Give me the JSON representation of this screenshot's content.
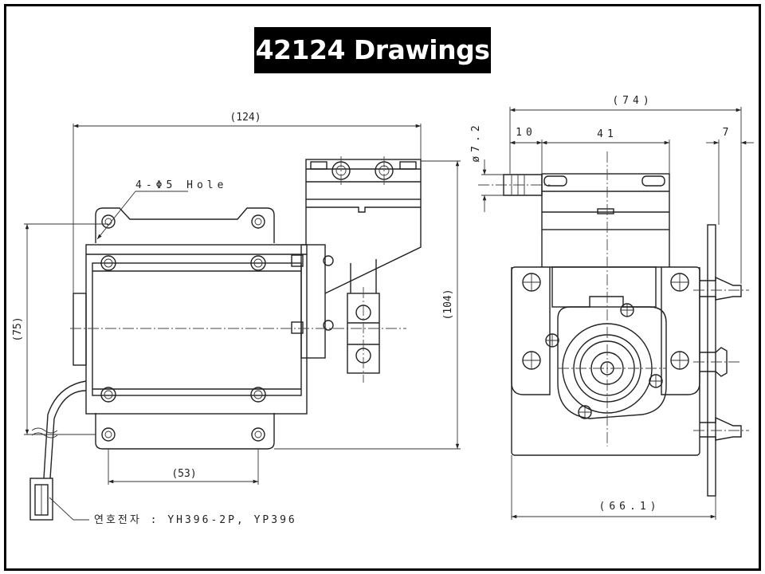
{
  "title": "42124 Drawings",
  "left_view": {
    "dim_total_width": "(124)",
    "dim_height_left": "(75)",
    "dim_height_right": "(104)",
    "dim_mount_spacing": "(53)",
    "hole_note": "4-Φ5 Hole",
    "connector_note": "연호전자 : YH396-2P, YP396"
  },
  "right_view": {
    "dim_total_width": "(74)",
    "dim_inlet_offset": "10",
    "dim_head_width": "41",
    "dim_outlet": "7",
    "dim_port_dia": "ø7.2",
    "dim_body_width": "(66.1)"
  }
}
